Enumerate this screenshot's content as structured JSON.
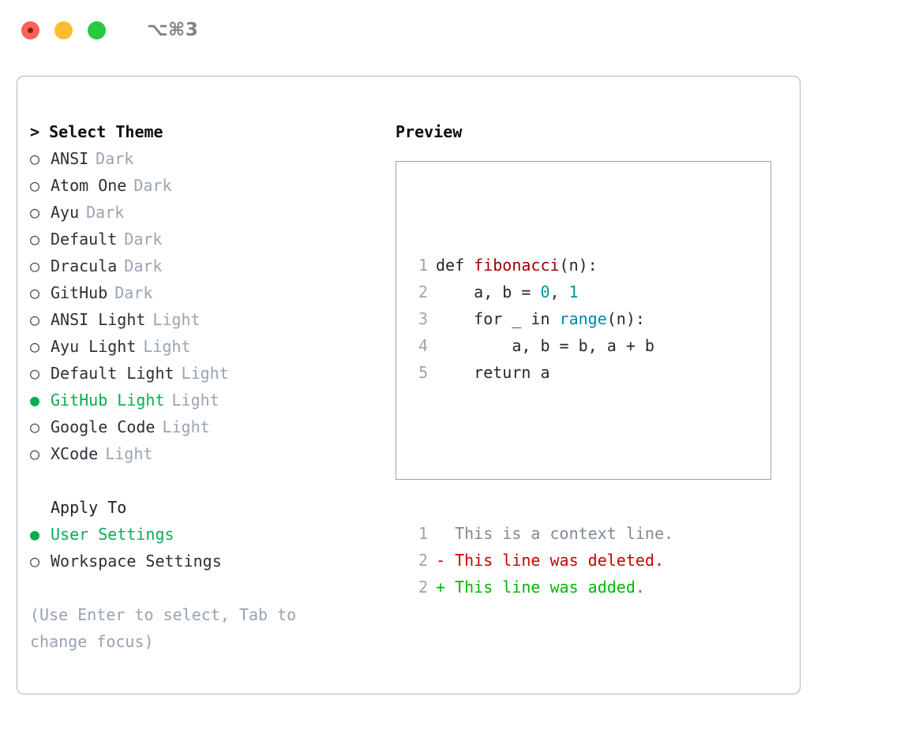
{
  "titlebar": {
    "shortcut": "⌥⌘3",
    "lights": [
      "close-red",
      "minimize-yellow",
      "maximize-green"
    ]
  },
  "theme_picker": {
    "header": "> Select Theme",
    "items": [
      {
        "marker": "○",
        "name": "ANSI",
        "variant": "Dark",
        "selected": false
      },
      {
        "marker": "○",
        "name": "Atom One",
        "variant": "Dark",
        "selected": false
      },
      {
        "marker": "○",
        "name": "Ayu",
        "variant": "Dark",
        "selected": false
      },
      {
        "marker": "○",
        "name": "Default",
        "variant": "Dark",
        "selected": false
      },
      {
        "marker": "○",
        "name": "Dracula",
        "variant": "Dark",
        "selected": false
      },
      {
        "marker": "○",
        "name": "GitHub",
        "variant": "Dark",
        "selected": false
      },
      {
        "marker": "○",
        "name": "ANSI Light",
        "variant": "Light",
        "selected": false
      },
      {
        "marker": "○",
        "name": "Ayu Light",
        "variant": "Light",
        "selected": false
      },
      {
        "marker": "○",
        "name": "Default Light",
        "variant": "Light",
        "selected": false
      },
      {
        "marker": "●",
        "name": "GitHub Light",
        "variant": "Light",
        "selected": true
      },
      {
        "marker": "○",
        "name": "Google Code",
        "variant": "Light",
        "selected": false
      },
      {
        "marker": "○",
        "name": "XCode",
        "variant": "Light",
        "selected": false
      }
    ]
  },
  "apply_to": {
    "header": "Apply To",
    "items": [
      {
        "marker": "●",
        "name": "User Settings",
        "selected": true
      },
      {
        "marker": "○",
        "name": "Workspace Settings",
        "selected": false
      }
    ]
  },
  "hint": "(Use Enter to select, Tab to change focus)",
  "preview": {
    "header": "Preview",
    "code_lines": [
      {
        "no": "1",
        "segments": [
          {
            "t": "def ",
            "c": "plain"
          },
          {
            "t": "fibonacci",
            "c": "fn"
          },
          {
            "t": "(n):",
            "c": "plain"
          }
        ]
      },
      {
        "no": "2",
        "segments": [
          {
            "t": "    a, b = ",
            "c": "plain"
          },
          {
            "t": "0",
            "c": "num"
          },
          {
            "t": ", ",
            "c": "plain"
          },
          {
            "t": "1",
            "c": "num"
          }
        ]
      },
      {
        "no": "3",
        "segments": [
          {
            "t": "    for _ in ",
            "c": "plain"
          },
          {
            "t": "range",
            "c": "bi"
          },
          {
            "t": "(n):",
            "c": "plain"
          }
        ]
      },
      {
        "no": "4",
        "segments": [
          {
            "t": "        a, b = b, a + b",
            "c": "plain"
          }
        ]
      },
      {
        "no": "5",
        "segments": [
          {
            "t": "    return a",
            "c": "plain"
          }
        ]
      }
    ],
    "diff_lines": [
      {
        "no": "1",
        "prefix": "  ",
        "text": "This is a context line.",
        "kind": "ctx"
      },
      {
        "no": "2",
        "prefix": "- ",
        "text": "This line was deleted.",
        "kind": "del"
      },
      {
        "no": "2",
        "prefix": "+ ",
        "text": "This line was added.",
        "kind": "add"
      }
    ]
  },
  "colors": {
    "accent_green": "#09ae4e",
    "muted": "#9aa4b2",
    "hint": "#98a2b3",
    "diff_del": "#cc0000",
    "diff_add": "#00b800",
    "fn": "#990000",
    "num": "#009494",
    "builtin": "#0086b3",
    "border": "#aab4c0"
  }
}
